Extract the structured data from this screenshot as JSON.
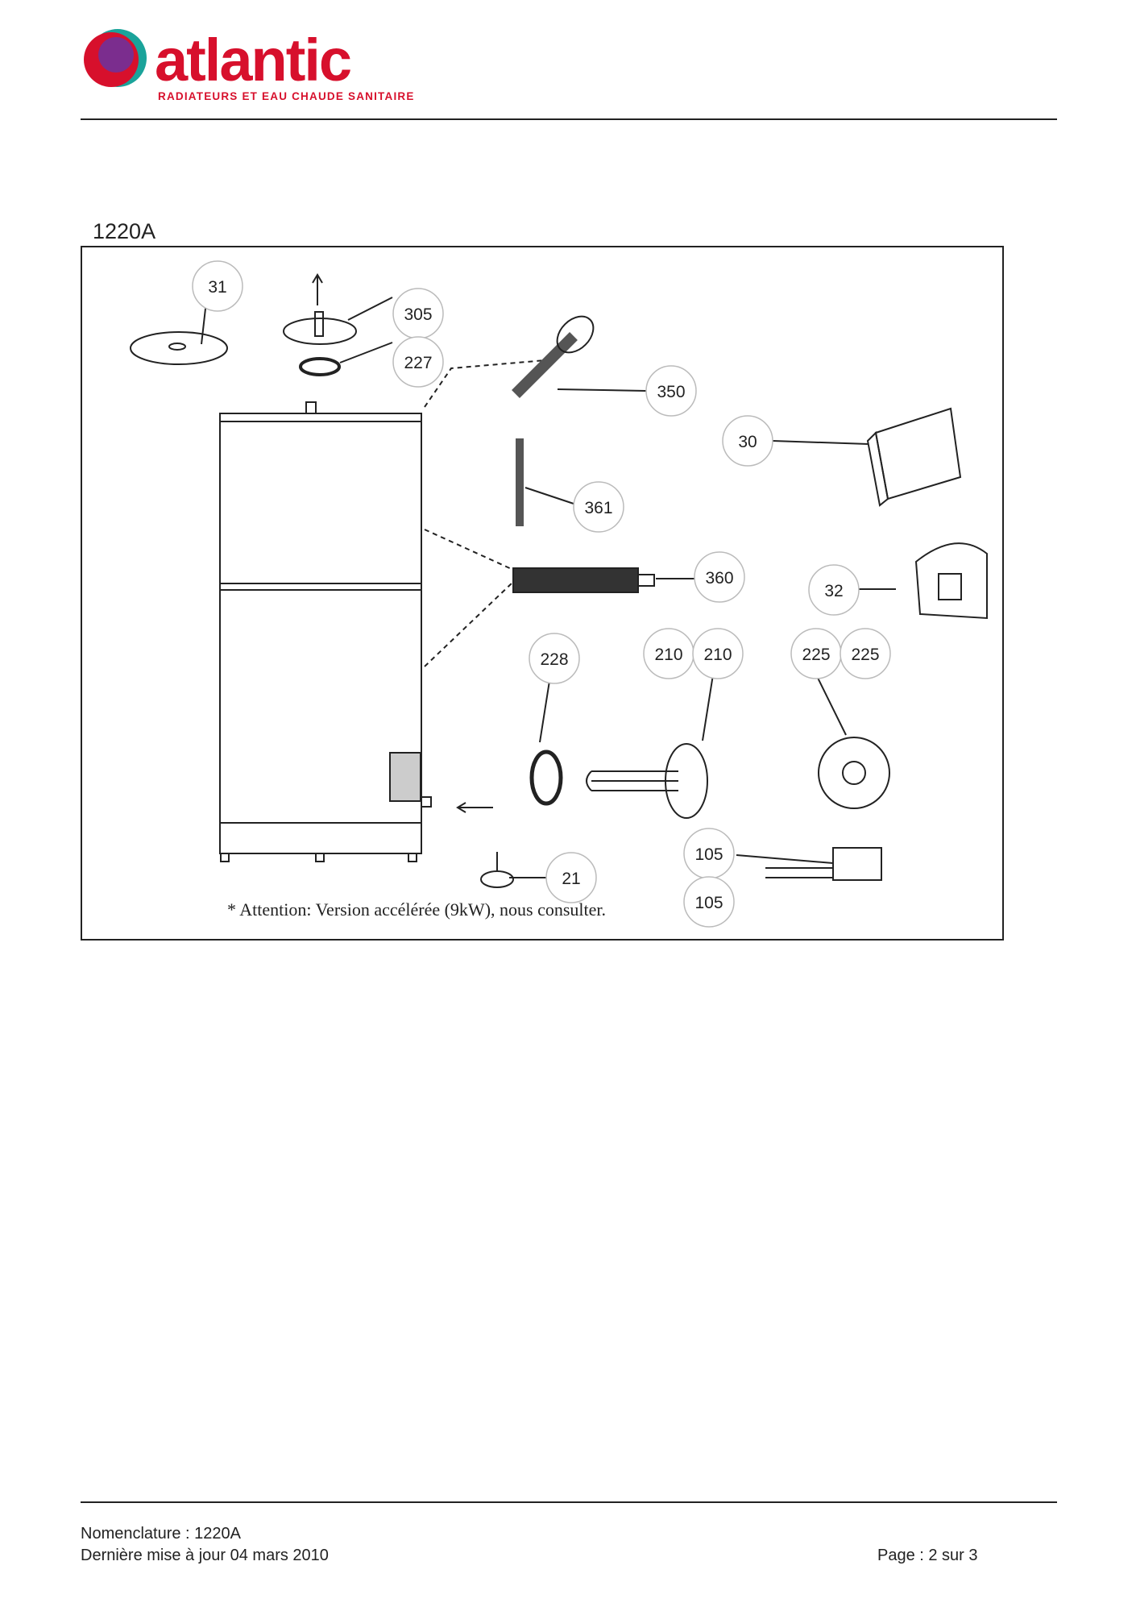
{
  "header": {
    "logo_word": "atlantic",
    "logo_tagline": "RADIATEURS ET EAU CHAUDE SANITAIRE"
  },
  "model_title": "1220A",
  "diagram": {
    "callouts": [
      "31",
      "305",
      "227",
      "350",
      "30",
      "361",
      "360",
      "32",
      "228",
      "210",
      "210",
      "225",
      "225",
      "21",
      "105",
      "105"
    ],
    "note": "* Attention: Version accélérée (9kW), nous consulter."
  },
  "footer": {
    "nomenclature": "Nomenclature : 1220A",
    "updated": "Dernière mise à jour 04 mars 2010",
    "page": "Page : 2 sur 3"
  },
  "colors": {
    "brand_red": "#d7102c",
    "brand_purple": "#7b2d8e",
    "brand_teal": "#1aa39a",
    "ink": "#222222"
  }
}
